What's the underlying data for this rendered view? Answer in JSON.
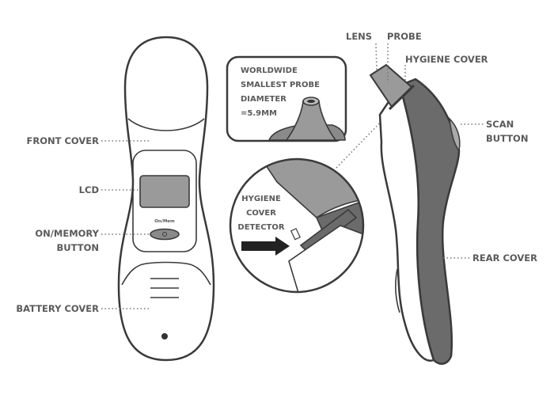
{
  "front_view": {
    "labels": {
      "front_cover": "FRONT COVER",
      "lcd": "LCD",
      "on_memory_button_1": "ON/MEMORY",
      "on_memory_button_2": "BUTTON",
      "battery_cover": "BATTERY COVER"
    },
    "button_print": "On/Mem"
  },
  "inset": {
    "lines": [
      "WORLDWIDE",
      "SMALLEST PROBE",
      "DIAMETER",
      "=5.9MM"
    ]
  },
  "detail": {
    "lines": [
      "HYGIENE",
      "COVER",
      "DETECTOR"
    ]
  },
  "side_view": {
    "labels": {
      "lens": "LENS",
      "probe": "PROBE",
      "hygiene_cover": "HYGIENE COVER",
      "scan_button_1": "SCAN",
      "scan_button_2": "BUTTON",
      "rear_cover": "REAR COVER"
    }
  },
  "colors": {
    "outline": "#3a3a3a",
    "dark_gray": "#6b6b6b",
    "mid_gray": "#9a9a9a",
    "label": "#5a5a5a"
  }
}
